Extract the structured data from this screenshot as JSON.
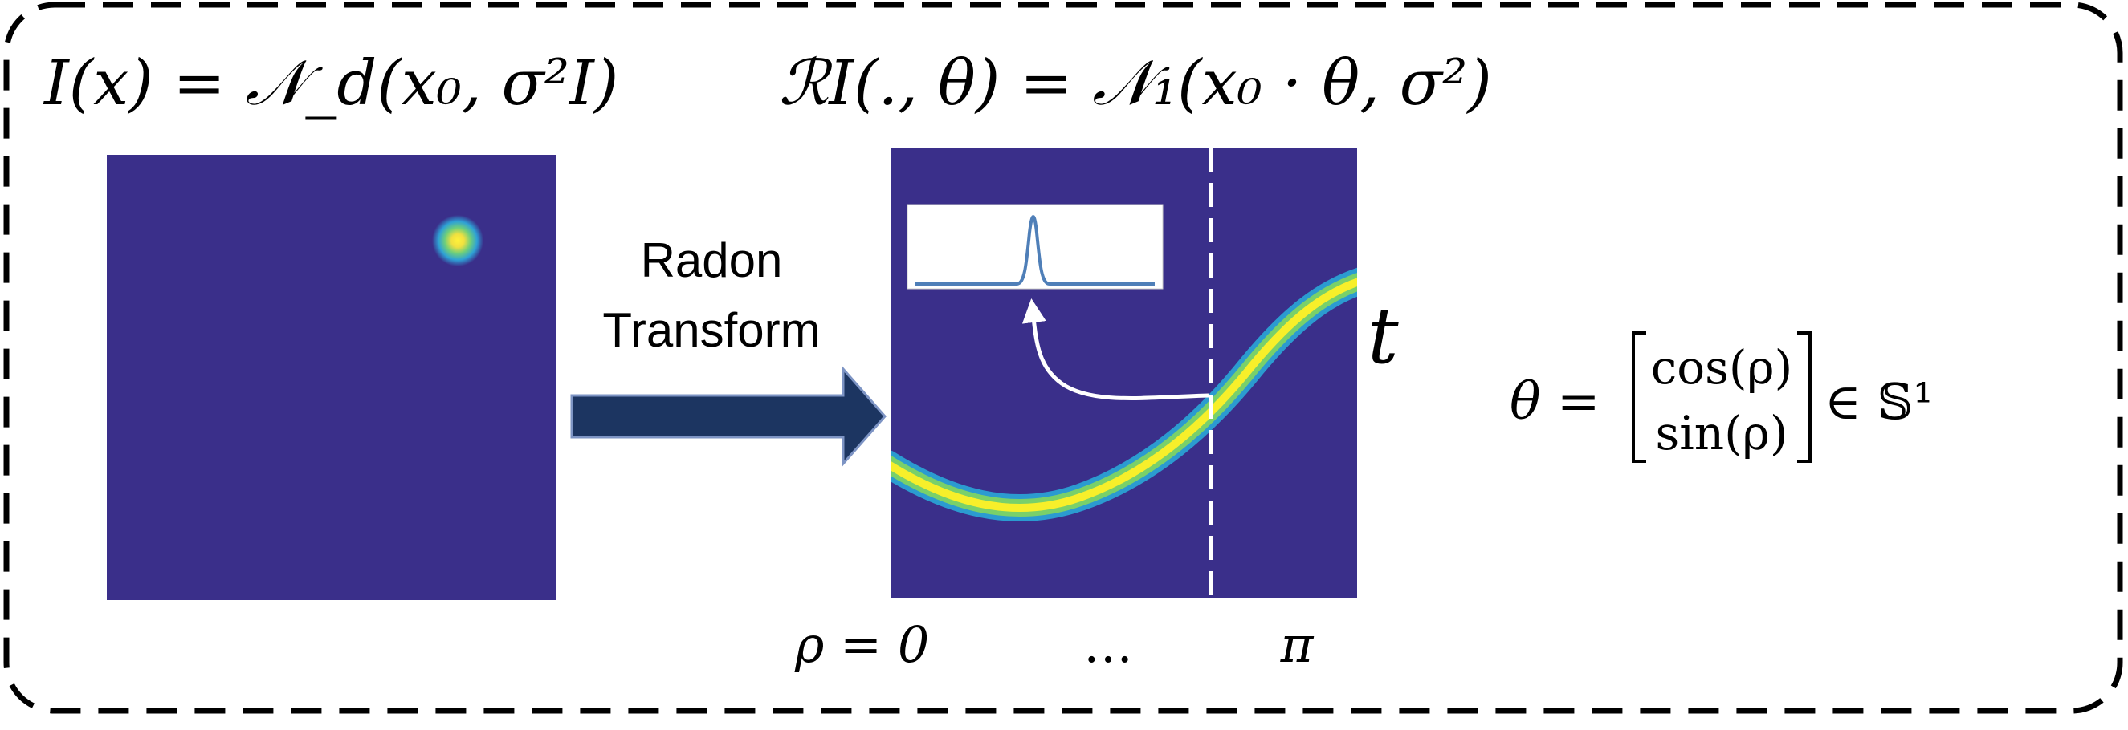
{
  "formula_left": "I(x) = 𝒩_d(x₀, σ²I)",
  "formula_right": "ℛI(., θ) = 𝒩₁(x₀ · θ, σ²)",
  "arrow_label_line1": "Radon",
  "arrow_label_line2": "Transform",
  "t_label": "t",
  "rho_start": "ρ = 0",
  "rho_dots": "…",
  "rho_end": "π",
  "theta_lhs": "θ =",
  "theta_top": "cos(ρ)",
  "theta_bottom": "sin(ρ)",
  "theta_rhs": "∈ 𝕊¹",
  "colors": {
    "field": "#3a2f8a",
    "arrow": "#1c3561",
    "curve_core": "#f7ef2a",
    "curve_mid": "#79d06a",
    "curve_outer": "#2b9bd0",
    "inset_line": "#4f7fb8",
    "border": "#000000"
  }
}
